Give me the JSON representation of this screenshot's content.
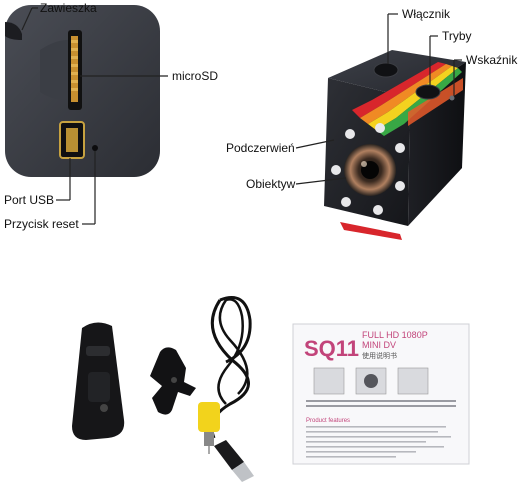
{
  "labels": {
    "hook": "Zawieszka",
    "microsd": "microSD",
    "usb_port": "Port USB",
    "reset": "Przycisk reset",
    "power": "Włącznik",
    "modes": "Tryby",
    "indicator": "Wskaźnik",
    "infrared": "Podczerwień",
    "lens": "Obiektyw"
  },
  "manual": {
    "model": "SQ11",
    "heading_line1": "FULL HD 1080P",
    "heading_line2": "MINI DV",
    "heading_line3": "使用说明书",
    "features_title": "Product features"
  }
}
